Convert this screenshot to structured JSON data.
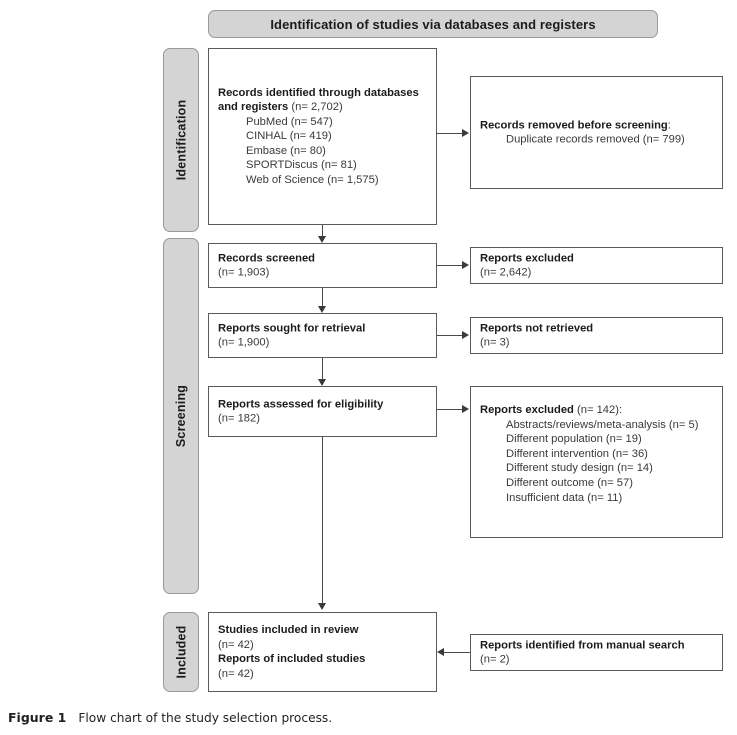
{
  "figure": {
    "number": "Figure 1",
    "caption": "Flow chart of the study selection process."
  },
  "header": {
    "title": "Identification of studies via databases and registers"
  },
  "stages": {
    "identification": "Identification",
    "screening": "Screening",
    "included": "Included"
  },
  "boxes": {
    "records_identified": {
      "title": "Records identified through databases",
      "title_line2": "and registers",
      "count": "(n= 2,702)",
      "sources": [
        "PubMed  (n= 547)",
        "CINHAL  (n= 419)",
        "Embase (n= 80)",
        "SPORTDiscus (n= 81)",
        "Web of Science (n= 1,575)"
      ]
    },
    "records_removed": {
      "title": "Records removed before screening",
      "title_suffix": ":",
      "items": [
        "Duplicate records removed (n= 799)"
      ]
    },
    "records_screened": {
      "title": "Records screened",
      "count": "(n= 1,903)"
    },
    "reports_excluded_1": {
      "title": "Reports excluded",
      "count": "(n= 2,642)"
    },
    "reports_sought": {
      "title": "Reports sought for retrieval",
      "count": "(n= 1,900)"
    },
    "reports_not_retrieved": {
      "title": "Reports not retrieved",
      "count": "(n= 3)"
    },
    "reports_assessed": {
      "title": "Reports assessed for eligibility",
      "count": "(n= 182)"
    },
    "reports_excluded_2": {
      "title": "Reports excluded",
      "count": "(n= 142):",
      "reasons": [
        "Abstracts/reviews/meta-analysis (n= 5)",
        "Different population  (n= 19)",
        "Different intervention  (n= 36)",
        "Different study design (n= 14)",
        "Different outcome (n= 57)",
        "Insufficient data (n= 11)"
      ]
    },
    "studies_included": {
      "title": "Studies included in review",
      "count": "(n= 42)",
      "title2": "Reports of included studies",
      "count2": "(n= 42)"
    },
    "manual_search": {
      "title": "Reports identified from manual  search",
      "count": "(n= 2)"
    }
  },
  "colors": {
    "stage_fill": "#d4d4d4",
    "stage_border": "#9a9a9a",
    "box_border": "#5a5a5a",
    "connector": "#4a4a4a",
    "text": "#3a3a3a",
    "text_bold": "#1b1b1b"
  }
}
